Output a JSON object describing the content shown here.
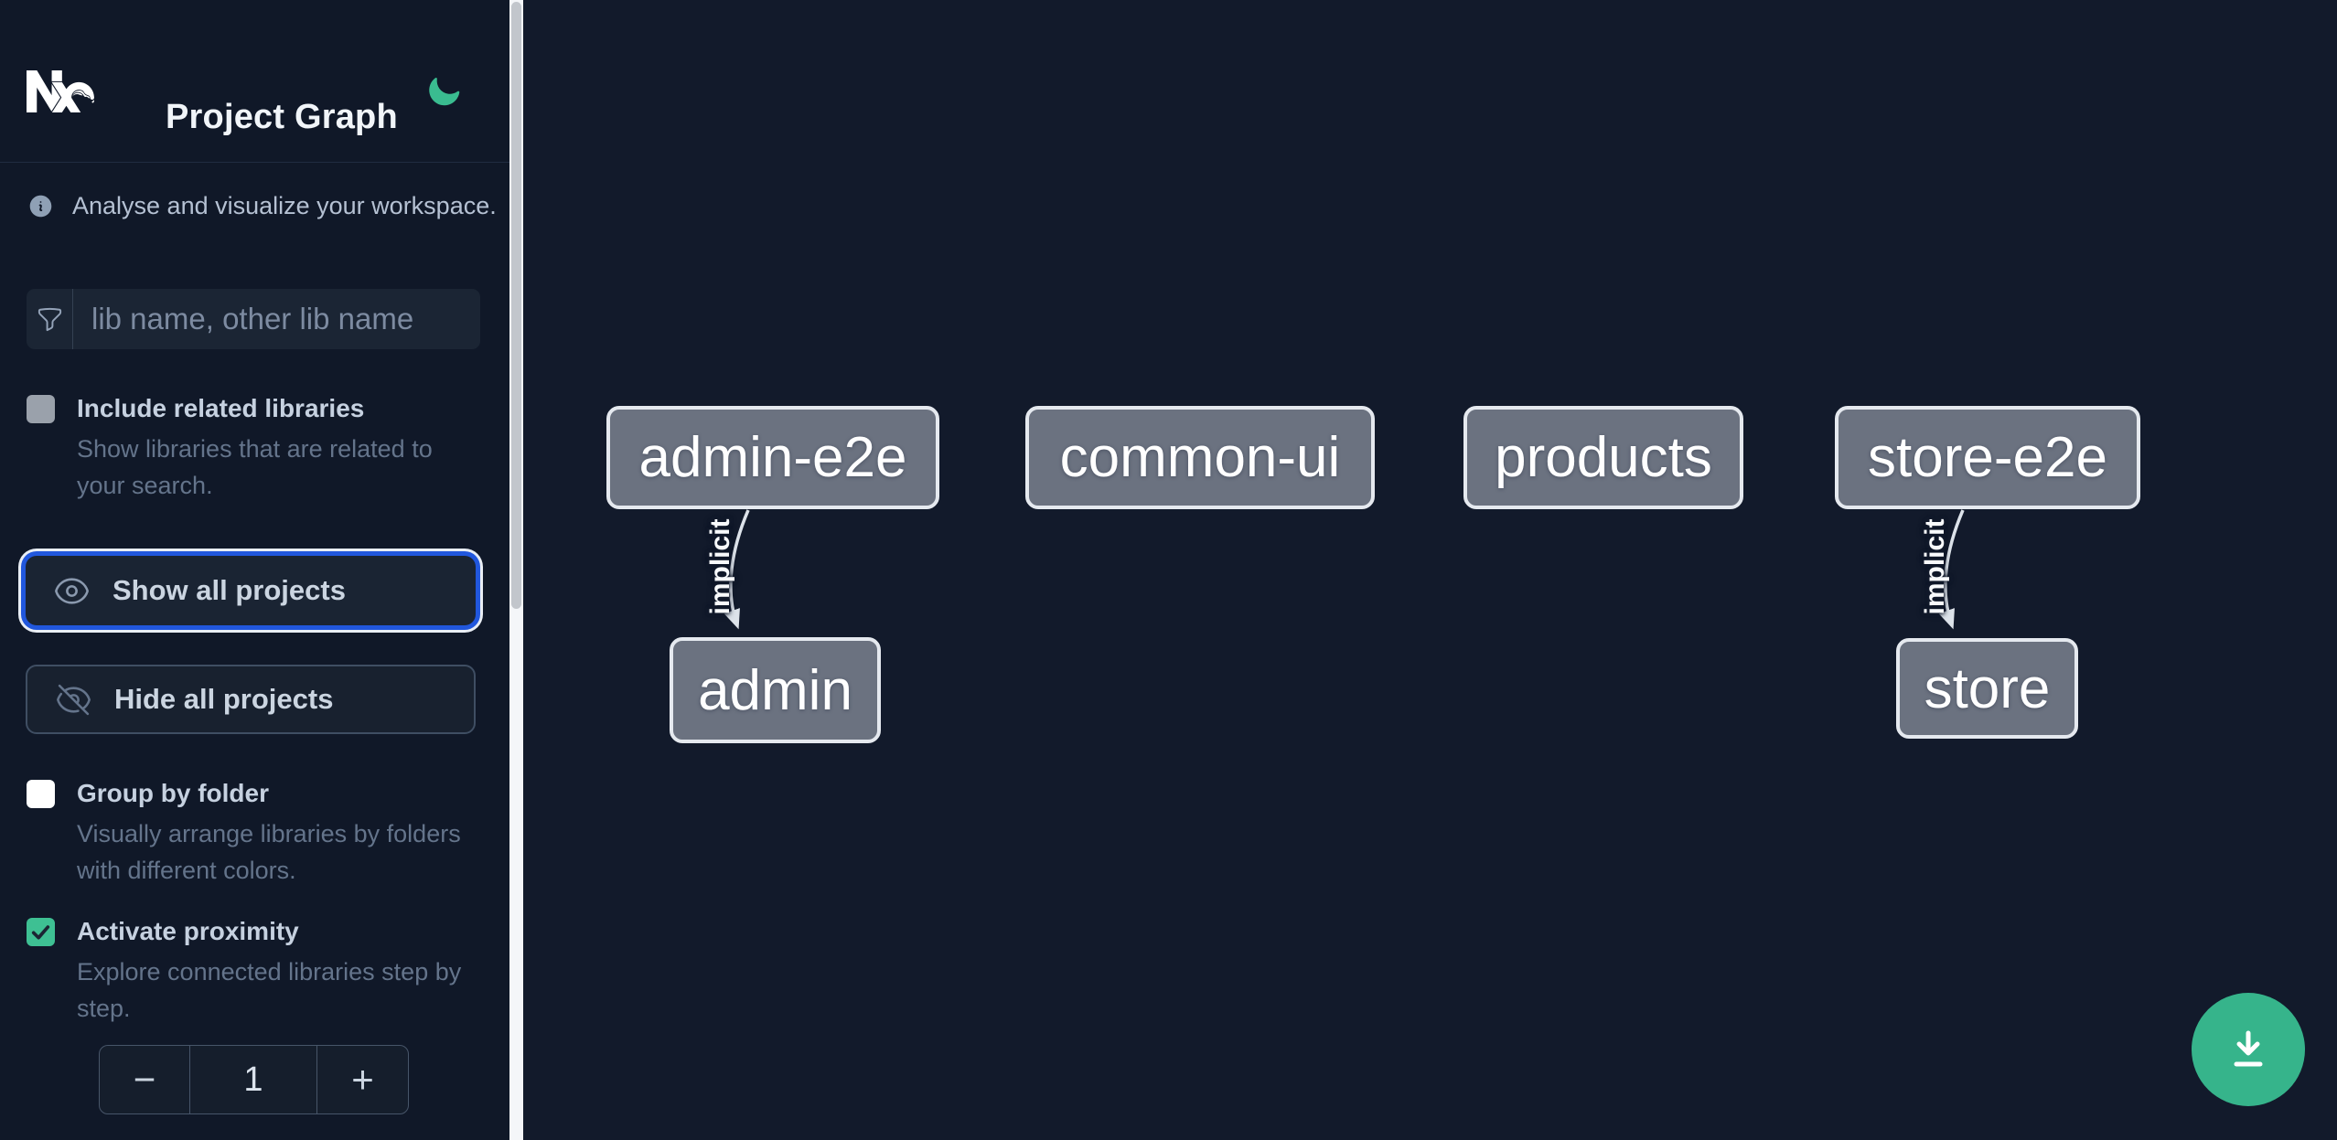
{
  "app": {
    "title": "Project Graph",
    "theme_toggle_icon": "moon-icon"
  },
  "sidebar": {
    "tagline": "Analyse and visualize your workspace.",
    "search": {
      "placeholder": "lib name, other lib name",
      "icon": "funnel-icon",
      "value": ""
    },
    "options": [
      {
        "label": "Include related libraries",
        "description": "Show libraries that are related to your search.",
        "checked": false
      },
      {
        "label": "Group by folder",
        "description": "Visually arrange libraries by folders with different colors.",
        "checked": false
      },
      {
        "label": "Activate proximity",
        "description": "Explore connected libraries step by step.",
        "checked": true
      }
    ],
    "buttons": [
      {
        "label": "Show all projects",
        "icon": "eye-icon",
        "focused": true
      },
      {
        "label": "Hide all projects",
        "icon": "eye-slash-icon",
        "focused": false
      }
    ],
    "proximity_stepper": {
      "decrement": "−",
      "value": "1",
      "increment": "+"
    }
  },
  "graph": {
    "nodes": [
      {
        "id": "admin-e2e",
        "label": "admin-e2e"
      },
      {
        "id": "common-ui",
        "label": "common-ui"
      },
      {
        "id": "products",
        "label": "products"
      },
      {
        "id": "store-e2e",
        "label": "store-e2e"
      },
      {
        "id": "admin",
        "label": "admin"
      },
      {
        "id": "store",
        "label": "store"
      }
    ],
    "edges": [
      {
        "source": "admin-e2e",
        "target": "admin",
        "label": "implicit",
        "type": "implicit"
      },
      {
        "source": "store-e2e",
        "target": "store",
        "label": "implicit",
        "type": "implicit"
      }
    ],
    "export_button_icon": "download-icon"
  },
  "colors": {
    "background": "#121a2b",
    "sidebar_background": "#101828",
    "node_fill": "#6b7280",
    "node_border": "#e5e9ef",
    "edge_stroke": "#dde3ea",
    "accent_blue": "#2157dd",
    "accent_green": "#36b48b",
    "checkbox_green": "#3ec093"
  }
}
